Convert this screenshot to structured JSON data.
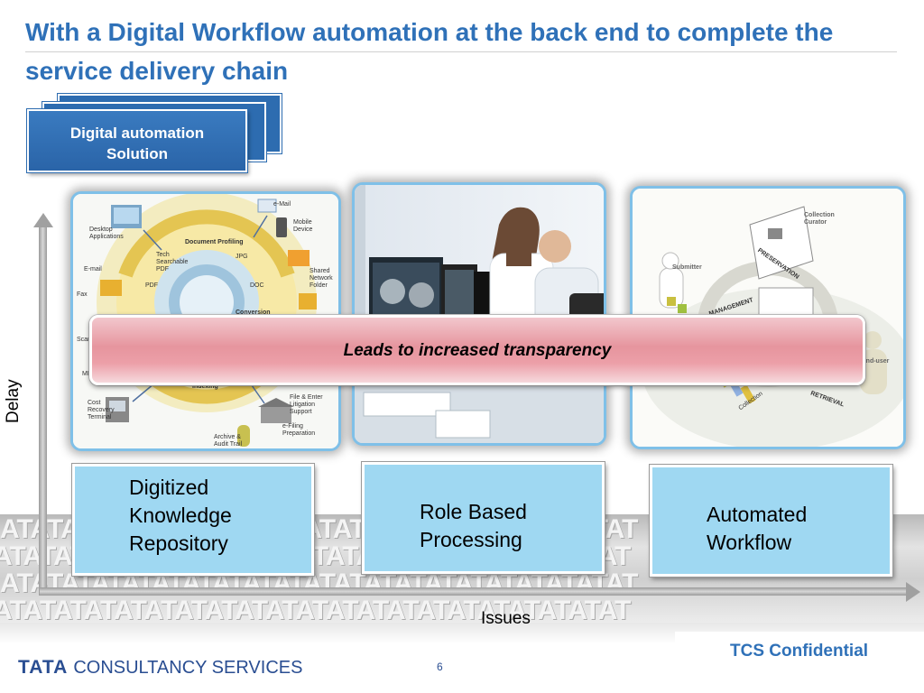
{
  "title": "With a Digital Workflow automation at the back end to complete the service delivery chain",
  "solution_stack": {
    "label_line1": "Digital automation",
    "label_line2": "Solution"
  },
  "axis": {
    "y_label": "Delay",
    "x_label": "Issues"
  },
  "panels": {
    "document_cycle": {
      "labels": [
        "Document Profiling",
        "Tech Searchable PDF",
        "JPG",
        "PDF",
        "DOC",
        "Conversion",
        "e-Mail",
        "Mobile Device",
        "Shared Network Folder",
        "Desktop Applications",
        "E-mail",
        "Fax",
        "Scanner",
        "MFP",
        "Cost Recovery Terminal",
        "Archive & Audit Trail",
        "e-Filing Preparation",
        "File & Enter Litigation Support",
        "Indexing"
      ]
    },
    "lifecycle": {
      "labels": [
        "Collection Curator",
        "Submitter",
        "PRESERVATION",
        "MANAGEMENT",
        "RETRIEVAL",
        "End-user",
        "Collection"
      ]
    }
  },
  "banner": "Leads to increased transparency",
  "boxes": [
    {
      "line1": "Digitized",
      "line2": "Knowledge",
      "line3": "Repository"
    },
    {
      "line1": "Role Based",
      "line2": "Processing"
    },
    {
      "line1": "Automated",
      "line2": "Workflow"
    }
  ],
  "band_pattern": "ATATATATATATATATATATATATATATATATATATATATAT",
  "footer": {
    "brand_bold": "TATA",
    "brand_rest": "CONSULTANCY SERVICES",
    "page_number": "6",
    "confidential": "TCS Confidential"
  },
  "colors": {
    "title": "#2f71b8",
    "solution": "#2d6cb0",
    "box": "#9fd8f2",
    "banner": "#e6959e",
    "brand": "#2a4e92"
  }
}
